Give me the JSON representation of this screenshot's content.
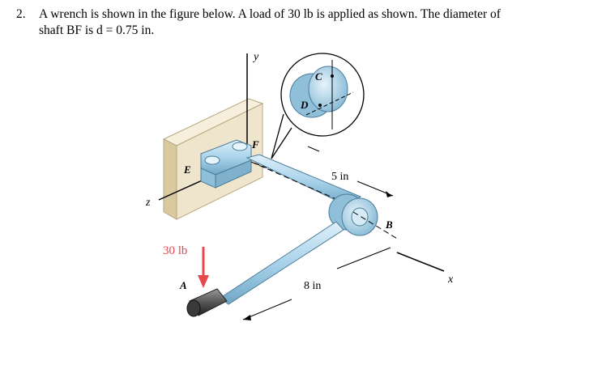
{
  "problem": {
    "number": "2.",
    "line1": "A wrench is shown in the figure below.  A load of 30 lb is applied as shown.  The diameter of",
    "line2": "shaft BF is d = 0.75 in."
  },
  "figure": {
    "axis_y": "y",
    "axis_z": "z",
    "axis_x": "x",
    "point_a": "A",
    "point_b": "B",
    "point_c": "C",
    "point_d": "D",
    "point_e": "E",
    "point_f": "F",
    "load_label": "30 lb",
    "dim_5": "5 in",
    "dim_8": "8 in",
    "load_color": "#e8474b",
    "steel_color": "#a9d3ea",
    "wall_color": "#efe5cc"
  }
}
